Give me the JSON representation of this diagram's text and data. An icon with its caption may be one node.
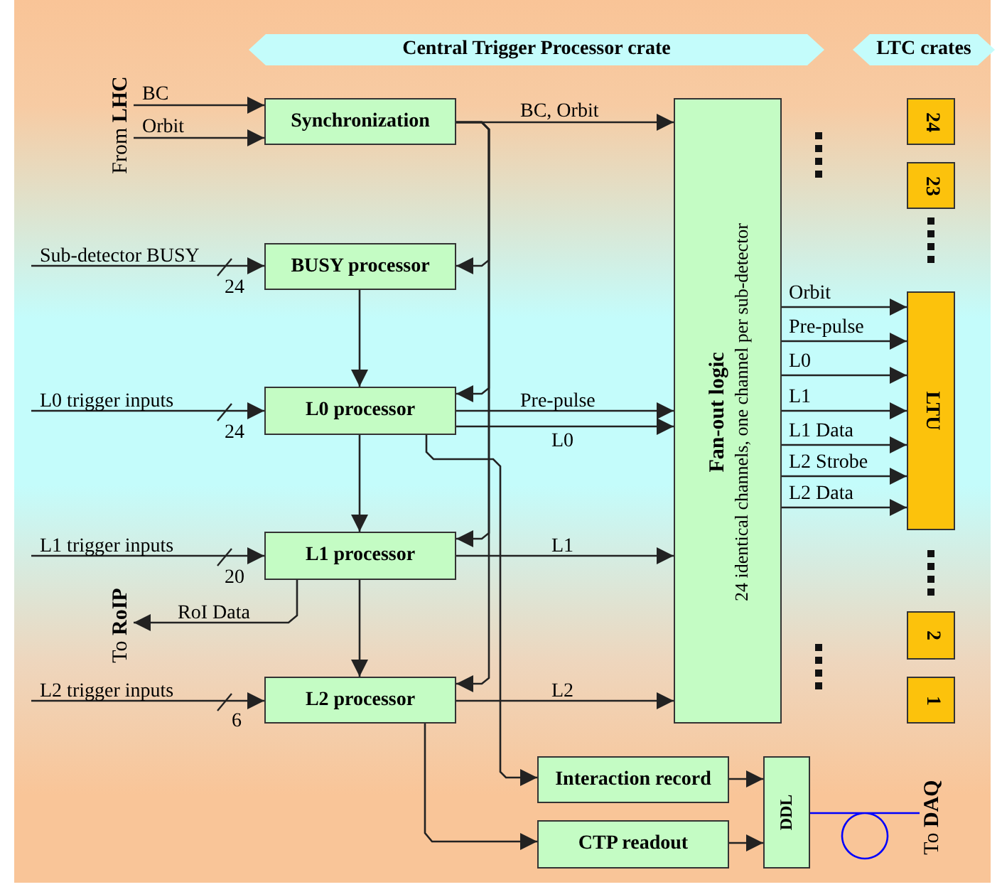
{
  "diagram": {
    "nodes": [
      {
        "text": [
          "Central Trigger Processor crate"
        ]
      },
      {
        "text": [
          "LTC crates"
        ]
      },
      {
        "text": [
          "From **LHC**"
        ]
      },
      {
        "text": [
          "Synchronization"
        ]
      },
      {
        "text": [
          "BUSY processor"
        ]
      },
      {
        "text": [
          "L0 processor"
        ]
      },
      {
        "text": [
          "L1 processor"
        ]
      },
      {
        "text": [
          "To **RoIP**"
        ]
      },
      {
        "text": [
          "L2 processor"
        ]
      },
      {
        "text": [
          "Fan-out logic",
          "24 identical channels, one channel per sub-detector"
        ]
      },
      {
        "text": [
          "24"
        ]
      },
      {
        "text": [
          "23"
        ]
      },
      {
        "text": [
          "LTU"
        ]
      },
      {
        "text": [
          "2"
        ]
      },
      {
        "text": [
          "1"
        ]
      },
      {
        "text": [
          "Interaction record"
        ]
      },
      {
        "text": [
          "CTP readout"
        ]
      },
      {
        "text": [
          "DDL"
        ]
      },
      {
        "text": [
          "To **DAQ**"
        ]
      }
    ],
    "edges": [
      {
        "from": 2,
        "to": 3,
        "arrow": "to",
        "label": "BC"
      },
      {
        "from": 2,
        "to": 3,
        "arrow": "to",
        "label": "Orbit"
      },
      {
        "from": 3,
        "to": 9,
        "arrow": "to",
        "label": "BC, Orbit"
      },
      {
        "from": 3,
        "to": 4,
        "arrow": "to"
      },
      {
        "from": 3,
        "to": 5,
        "arrow": "to"
      },
      {
        "from": 3,
        "to": 6,
        "arrow": "to"
      },
      {
        "from": 3,
        "to": 8,
        "arrow": "to"
      },
      {
        "from": null,
        "to": 4,
        "arrow": "to",
        "label": "Sub-detector BUSY"
      },
      {
        "from": 4,
        "to": 5,
        "arrow": "to"
      },
      {
        "from": null,
        "to": 5,
        "arrow": "to",
        "label": "L0 trigger inputs"
      },
      {
        "from": 5,
        "to": 9,
        "arrow": "to",
        "label": "Pre-pulse"
      },
      {
        "from": 5,
        "to": 9,
        "arrow": "to",
        "label": "L0"
      },
      {
        "from": 5,
        "to": 6,
        "arrow": "to"
      },
      {
        "from": 5,
        "to": 15,
        "arrow": "to"
      },
      {
        "from": null,
        "to": 6,
        "arrow": "to",
        "label": "L1 trigger inputs"
      },
      {
        "from": 6,
        "to": 9,
        "arrow": "to",
        "label": "L1"
      },
      {
        "from": 6,
        "to": 7,
        "arrow": "to",
        "label": "RoI Data"
      },
      {
        "from": 6,
        "to": 8,
        "arrow": "to"
      },
      {
        "from": null,
        "to": 8,
        "arrow": "to",
        "label": "L2 trigger inputs"
      },
      {
        "from": 8,
        "to": 9,
        "arrow": "to",
        "label": "L2"
      },
      {
        "from": 8,
        "to": 16,
        "arrow": "to"
      },
      {
        "from": 9,
        "to": 12,
        "arrow": "to",
        "label": "Orbit"
      },
      {
        "from": 9,
        "to": 12,
        "arrow": "to",
        "label": "Pre-pulse"
      },
      {
        "from": 9,
        "to": 12,
        "arrow": "to",
        "label": "L0"
      },
      {
        "from": 9,
        "to": 12,
        "arrow": "to",
        "label": "L1"
      },
      {
        "from": 9,
        "to": 12,
        "arrow": "to",
        "label": "L1 Data"
      },
      {
        "from": 9,
        "to": 12,
        "arrow": "to",
        "label": "L2 Strobe"
      },
      {
        "from": 9,
        "to": 12,
        "arrow": "to",
        "label": "L2 Data"
      },
      {
        "from": 15,
        "to": 17,
        "arrow": "to"
      },
      {
        "from": 16,
        "to": 17,
        "arrow": "to"
      },
      {
        "from": 17,
        "to": 18,
        "arrow": "none",
        "color": "#0000ff"
      }
    ],
    "labels": [
      "24",
      "24",
      "20",
      "6"
    ]
  }
}
